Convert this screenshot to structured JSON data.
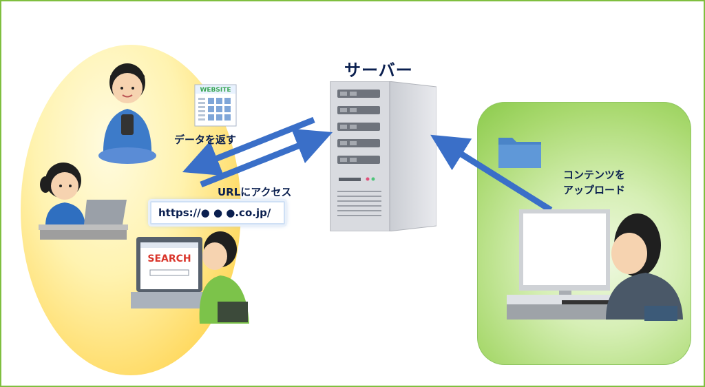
{
  "labels": {
    "server": "サーバー",
    "return_data": "データを返す",
    "url_access": "URLにアクセス",
    "url": "https://● ● ●.co.jp/",
    "upload_line1": "コンテンツを",
    "upload_line2": "アップロード",
    "website_badge": "WEBSITE",
    "search_badge": "SEARCH"
  },
  "colors": {
    "arrow": "#3a6fc8",
    "text": "#0a1f4f",
    "left_bg": "#ffe06b",
    "right_bg": "#a9d96f",
    "border": "#7fbf3f"
  },
  "icons": [
    "folder-icon",
    "server-icon",
    "smartphone-icon",
    "laptop-icon",
    "desktop-monitor-icon",
    "keyboard-icon",
    "website-icon"
  ]
}
